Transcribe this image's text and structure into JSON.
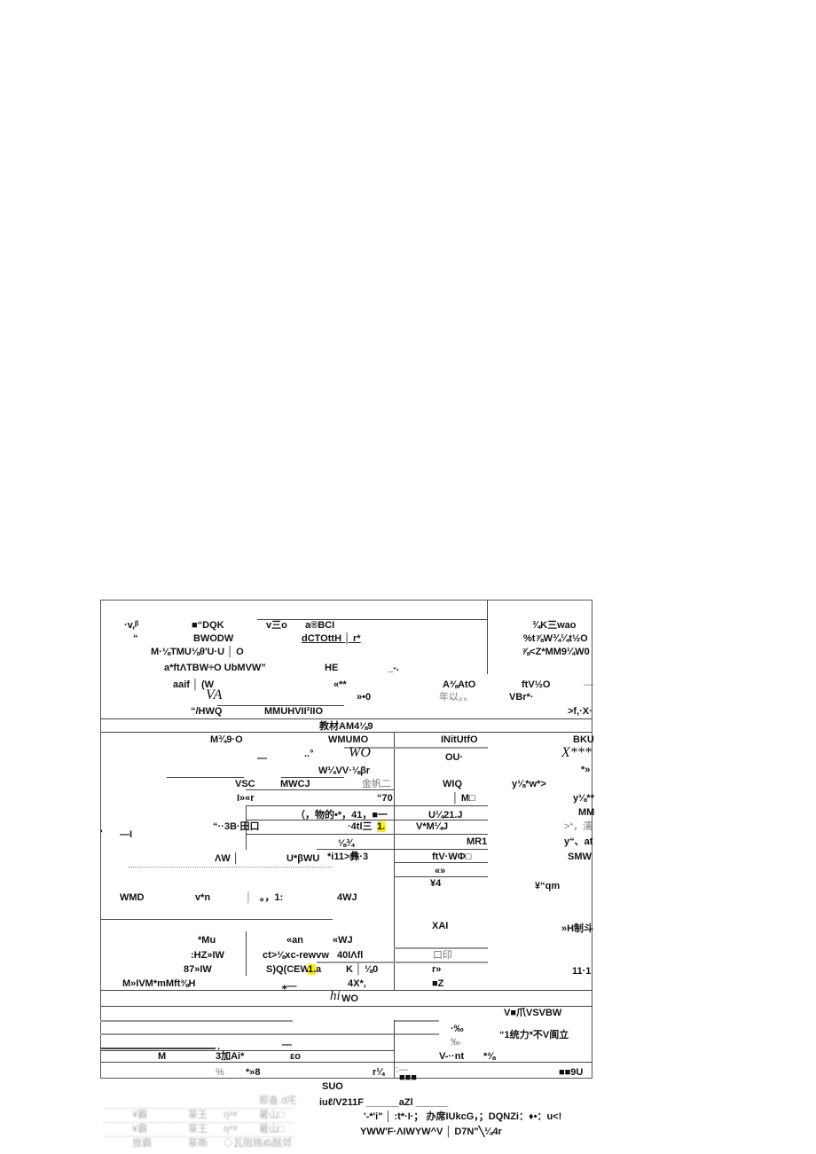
{
  "items": [
    "·v,ᵝ",
    "■“DQK",
    "v三o",
    "a®BCI",
    "¾K三wao",
    "“",
    "BWODW",
    "dCTOttH │ r*",
    "%t⅞W¾¼t½O",
    "M·⅛TMU⅛θ'U·U │ O",
    "⅞<Z*MM9¼W0",
    "a*ftΛTBW÷O UbMVW”",
    "HE",
    "_-.",
    "aaif │ (W",
    "«**",
    "A⅜AtO",
    "ftV½O",
    "—",
    "VA",
    "»•0",
    "年以。。",
    "VBr*·",
    "“/HWQ",
    "MMUHVII²IIO",
    ">f,·X·",
    "教材AM4⅛9",
    "M¾9·O",
    "WMUMO",
    "INitUtfO",
    "BKU",
    "—",
    "..°",
    "WO",
    "OU·",
    "X***",
    "W¼VV·⅛βr",
    "*»",
    "VSC",
    "MWCJ",
    "金帆二",
    "WIQ",
    "y⅛*w*>",
    "I»«r",
    "“70",
    "│ M□",
    "y⅛**",
    "（，物的•*，41，■一",
    "U¼21.J",
    "MM",
    "“··3B·田口",
    "·4tl三",
    "1.",
    "V*M¼J",
    ">“，濡",
    "'",
    "—I",
    "⅛¾",
    "MR1",
    "y“、at",
    "ΛW │",
    "U*βWU",
    "*i11>彝·3",
    "ftV·WΦ□",
    "SMW",
    "«»",
    "¥4",
    "¥“qm",
    "WMD",
    "v*n",
    "│",
    "。，1:",
    "4WJ",
    "XAI",
    "»H制斗",
    "*Mu",
    "«an",
    "«WJ",
    ":HZ»IW",
    "ct>⅛xc-rewvw",
    "40IΛfl",
    "口印",
    "87»IW",
    "S)Q(CEW",
    "1.",
    "a",
    "K │ ⅛0",
    "r»",
    "11·1",
    "M»IVM*mMft⅜H",
    "⁎—",
    "4X*,",
    "■Z",
    "hi",
    "WO",
    "V■爪VSVBW",
    "·‰",
    "“1统力*不V阆立",
    "‰",
    ".",
    "—",
    "M",
    "3加Ai*",
    "εo",
    "V-··nt",
    "*⅜",
    "%",
    "*»8",
    "r¼",
    ":—",
    "■■■",
    "■■9U",
    "SUO",
    "iuℓ/V211F ______aZl ______",
    "'-*'i\" │ :t*·I·； 办席IUkcG，；DQNZi：♦•：u<!",
    "YWW'F·ΛIWYW^V │ D7N\"╲¼4r"
  ],
  "blurred_table": {
    "header": "那备.d㡯",
    "rows": [
      [
        "¥霸",
        "篆王",
        "η⁸ᵠ",
        "暑山□"
      ],
      [
        "¥霸",
        "篆王",
        "η⁸ᵠ",
        "暑山□"
      ],
      [
        "旅霸",
        "篆嘶",
        "◇瓦阻赂ぬ酩郊"
      ]
    ]
  },
  "colors": {
    "highlight": "#ffee00",
    "rule": "#444444"
  }
}
